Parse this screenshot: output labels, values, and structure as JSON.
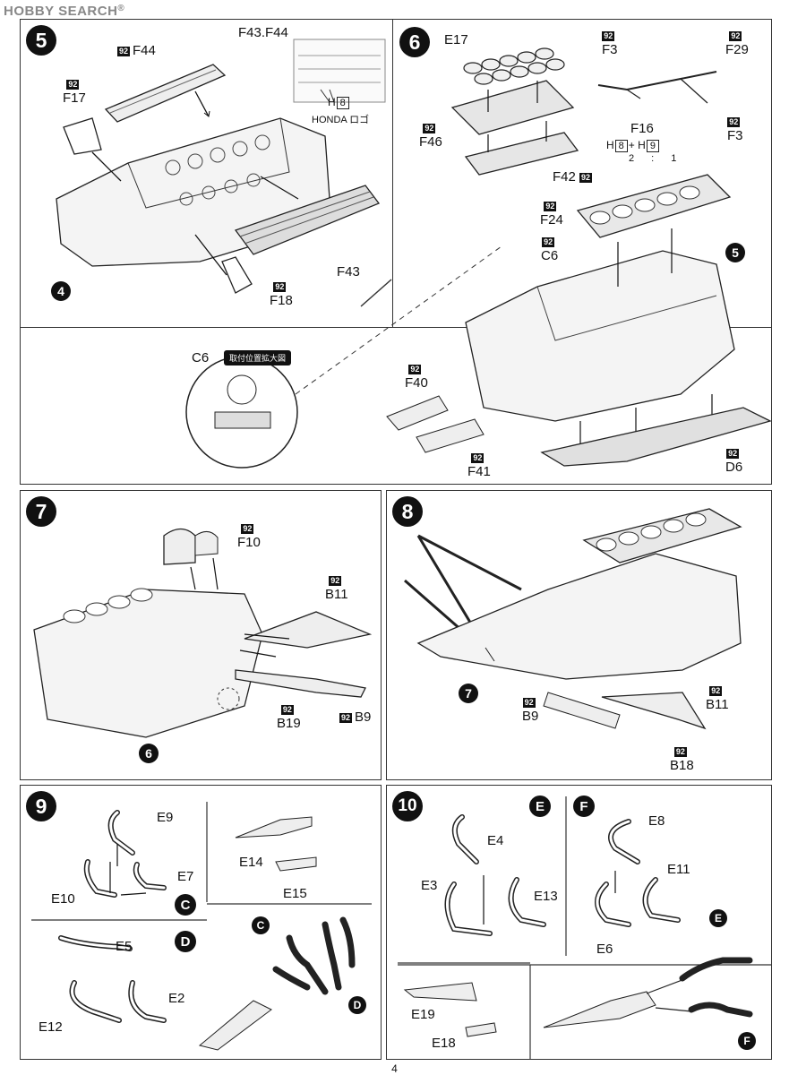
{
  "watermark": "HOBBY SEARCH",
  "page_number": "4",
  "badge": "92",
  "steps": {
    "s5": {
      "number": "5",
      "F44": "F44",
      "F43F44": "F43.F44",
      "H8": "8",
      "H": "H",
      "honda": "HONDA ロゴ",
      "F17": "F17",
      "F43": "F43",
      "F18": "F18",
      "callout4": "4"
    },
    "s6": {
      "number": "6",
      "E17": "E17",
      "F46": "F46",
      "F42": "F42",
      "F3a": "F3",
      "F29": "F29",
      "F16": "F16",
      "F3b": "F3",
      "ratio_h8": "8",
      "ratio_h9": "9",
      "ratio_line": "2 : 1",
      "F24": "F24",
      "C6": "C6",
      "callout5": "5",
      "zoom_c6": "C6",
      "zoom_tag": "取付位置拡大図",
      "F40": "F40",
      "F41": "F41",
      "D6": "D6"
    },
    "s7": {
      "number": "7",
      "F10": "F10",
      "B11": "B11",
      "B19": "B19",
      "B9": "B9",
      "callout6": "6"
    },
    "s8": {
      "number": "8",
      "callout7": "7",
      "B9": "B9",
      "B11": "B11",
      "B18": "B18"
    },
    "s9": {
      "number": "9",
      "E9": "E9",
      "E7": "E7",
      "E10": "E10",
      "C": "C",
      "D": "D",
      "E5": "E5",
      "E12": "E12",
      "E2": "E2",
      "E14": "E14",
      "E15": "E15",
      "C2": "C",
      "D2": "D"
    },
    "s10": {
      "number": "10",
      "E": "E",
      "F": "F",
      "E4": "E4",
      "E3": "E3",
      "E13": "E13",
      "E8": "E8",
      "E11": "E11",
      "E6": "E6",
      "E19": "E19",
      "E18": "E18",
      "E2": "E",
      "F2": "F"
    }
  }
}
